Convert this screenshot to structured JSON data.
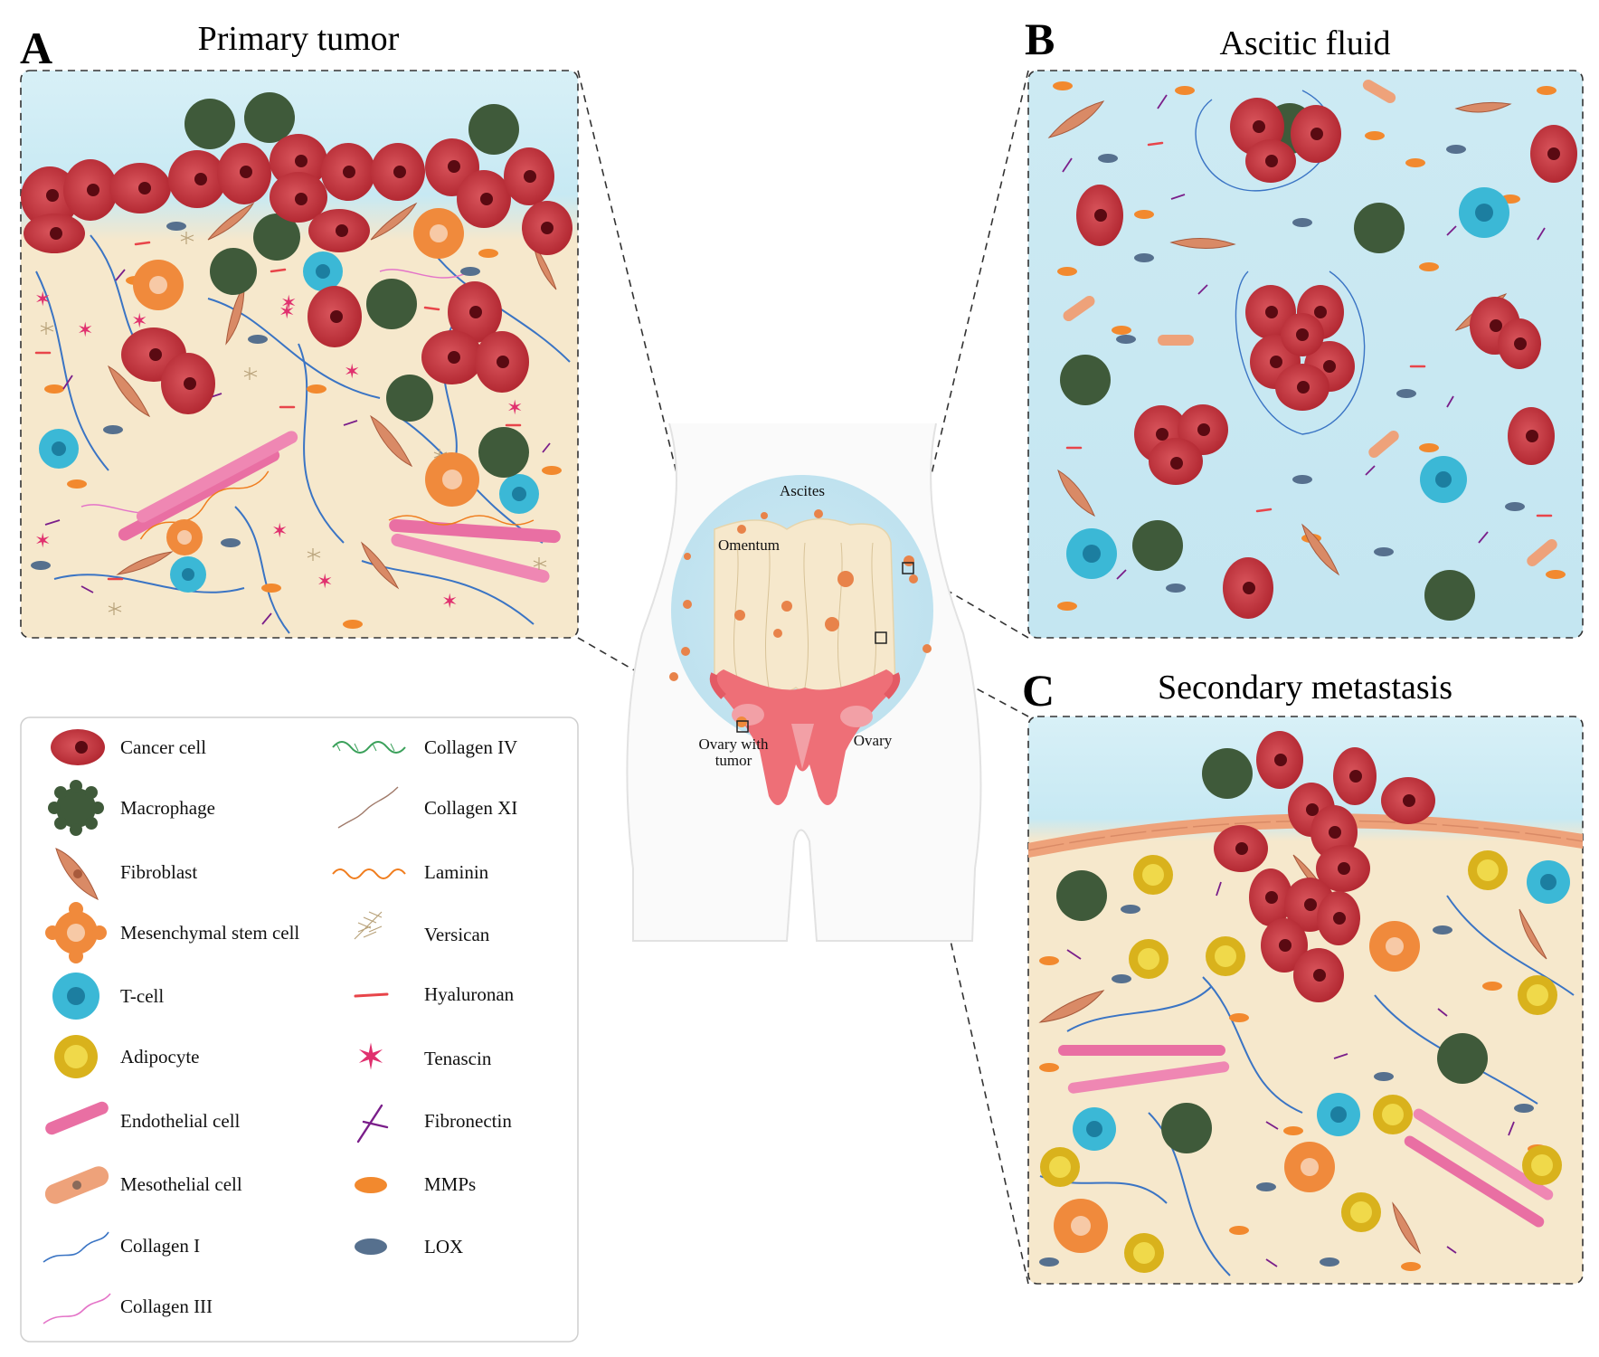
{
  "panels": {
    "a": {
      "letter": "A",
      "title": "Primary tumor"
    },
    "b": {
      "letter": "B",
      "title": "Ascitic fluid"
    },
    "c": {
      "letter": "C",
      "title": "Secondary metastasis"
    }
  },
  "body": {
    "ascites": "Ascites",
    "omentum": "Omentum",
    "ovary_with_tumor_line1": "Ovary with",
    "ovary_with_tumor_line2": "tumor",
    "ovary": "Ovary"
  },
  "legend": {
    "left": [
      {
        "label": "Cancer cell",
        "icon": "cancer-cell"
      },
      {
        "label": "Macrophage",
        "icon": "macrophage"
      },
      {
        "label": "Fibroblast",
        "icon": "fibroblast"
      },
      {
        "label": "Mesenchymal stem cell",
        "icon": "mesenchymal-stem-cell"
      },
      {
        "label": "T-cell",
        "icon": "t-cell"
      },
      {
        "label": "Adipocyte",
        "icon": "adipocyte"
      },
      {
        "label": "Endothelial cell",
        "icon": "endothelial-cell"
      },
      {
        "label": "Mesothelial cell",
        "icon": "mesothelial-cell"
      },
      {
        "label": "Collagen I",
        "icon": "collagen-i"
      },
      {
        "label": "Collagen III",
        "icon": "collagen-iii"
      }
    ],
    "right": [
      {
        "label": "Collagen IV",
        "icon": "collagen-iv"
      },
      {
        "label": "Collagen XI",
        "icon": "collagen-xi"
      },
      {
        "label": "Laminin",
        "icon": "laminin"
      },
      {
        "label": "Versican",
        "icon": "versican"
      },
      {
        "label": "Hyaluronan",
        "icon": "hyaluronan"
      },
      {
        "label": "Tenascin",
        "icon": "tenascin"
      },
      {
        "label": "Fibronectin",
        "icon": "fibronectin"
      },
      {
        "label": "MMPs",
        "icon": "mmps"
      },
      {
        "label": "LOX",
        "icon": "lox"
      }
    ]
  },
  "colors": {
    "cancer": "#c4343c",
    "cancer_nucleus": "#5a0a12",
    "macrophage": "#3f5a3a",
    "fibroblast": "#d98a66",
    "msc": "#f08a3c",
    "tcell": "#3bb8d6",
    "adipocyte": "#d9b21c",
    "endothelial": "#e96fa3",
    "mesothelial": "#eea27a",
    "collagen_i": "#3a74c4",
    "collagen_iii": "#e474c8",
    "collagen_iv": "#3aa05a",
    "collagen_xi": "#a07a6a",
    "laminin": "#f07d1e",
    "versican": "#b8a27a",
    "hyaluronan": "#e8454a",
    "tenascin": "#e0306e",
    "fibronectin": "#7a1e8a",
    "mmps": "#f2892e",
    "lox": "#56708e",
    "stroma": "#f6e8cc",
    "fluid": "#cbe9f2"
  }
}
